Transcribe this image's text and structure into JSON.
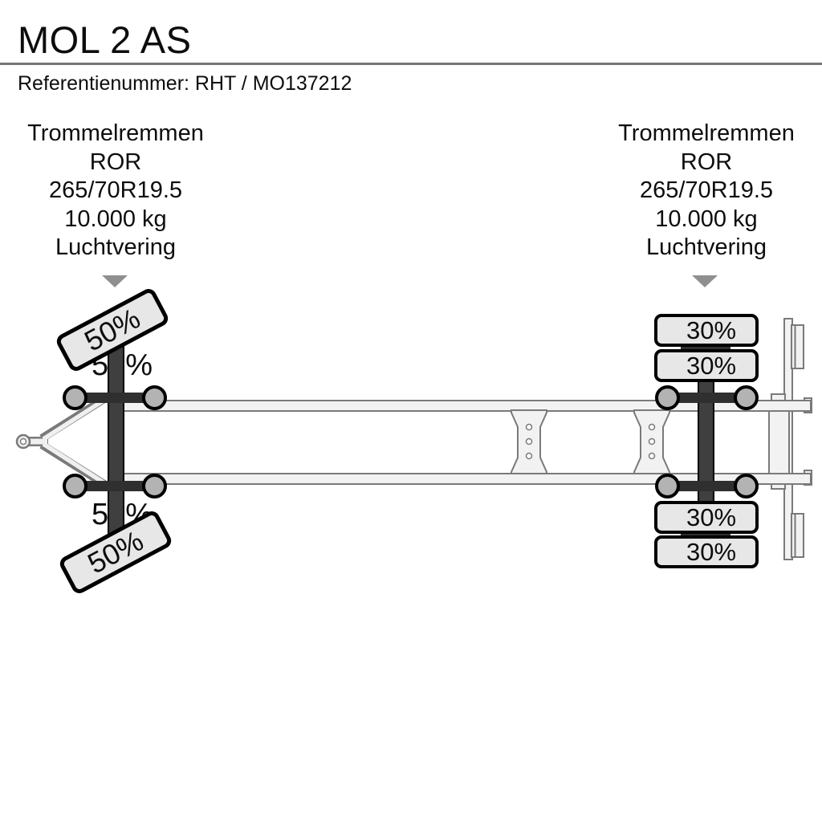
{
  "header": {
    "title": "MOL 2 AS",
    "reference": "Referentienummer: RHT / MO137212"
  },
  "front_axle": {
    "specs": [
      "Trommelremmen",
      "ROR",
      "265/70R19.5",
      "10.000 kg",
      "Luchtvering"
    ],
    "tire_top_label": "50%",
    "tire_bottom_label": "50%",
    "load_top_label": "50%",
    "load_bottom_label": "50%"
  },
  "rear_axle": {
    "specs": [
      "Trommelremmen",
      "ROR",
      "265/70R19.5",
      "10.000 kg",
      "Luchtvering"
    ],
    "tires": [
      "30%",
      "30%",
      "30%",
      "30%"
    ]
  },
  "colors": {
    "axle_dark": "#3f3f3f",
    "stub_dark": "#2f2f2f",
    "hub_gray": "#b3b3b3",
    "tire_fill": "#e7e7e7",
    "tire_border": "#000000",
    "frame_fill": "#f2f2f2",
    "frame_stroke": "#7a7a7a",
    "arrow_gray": "#8f8f8f",
    "divider_gray": "#757575",
    "text": "#0d0d0d"
  }
}
